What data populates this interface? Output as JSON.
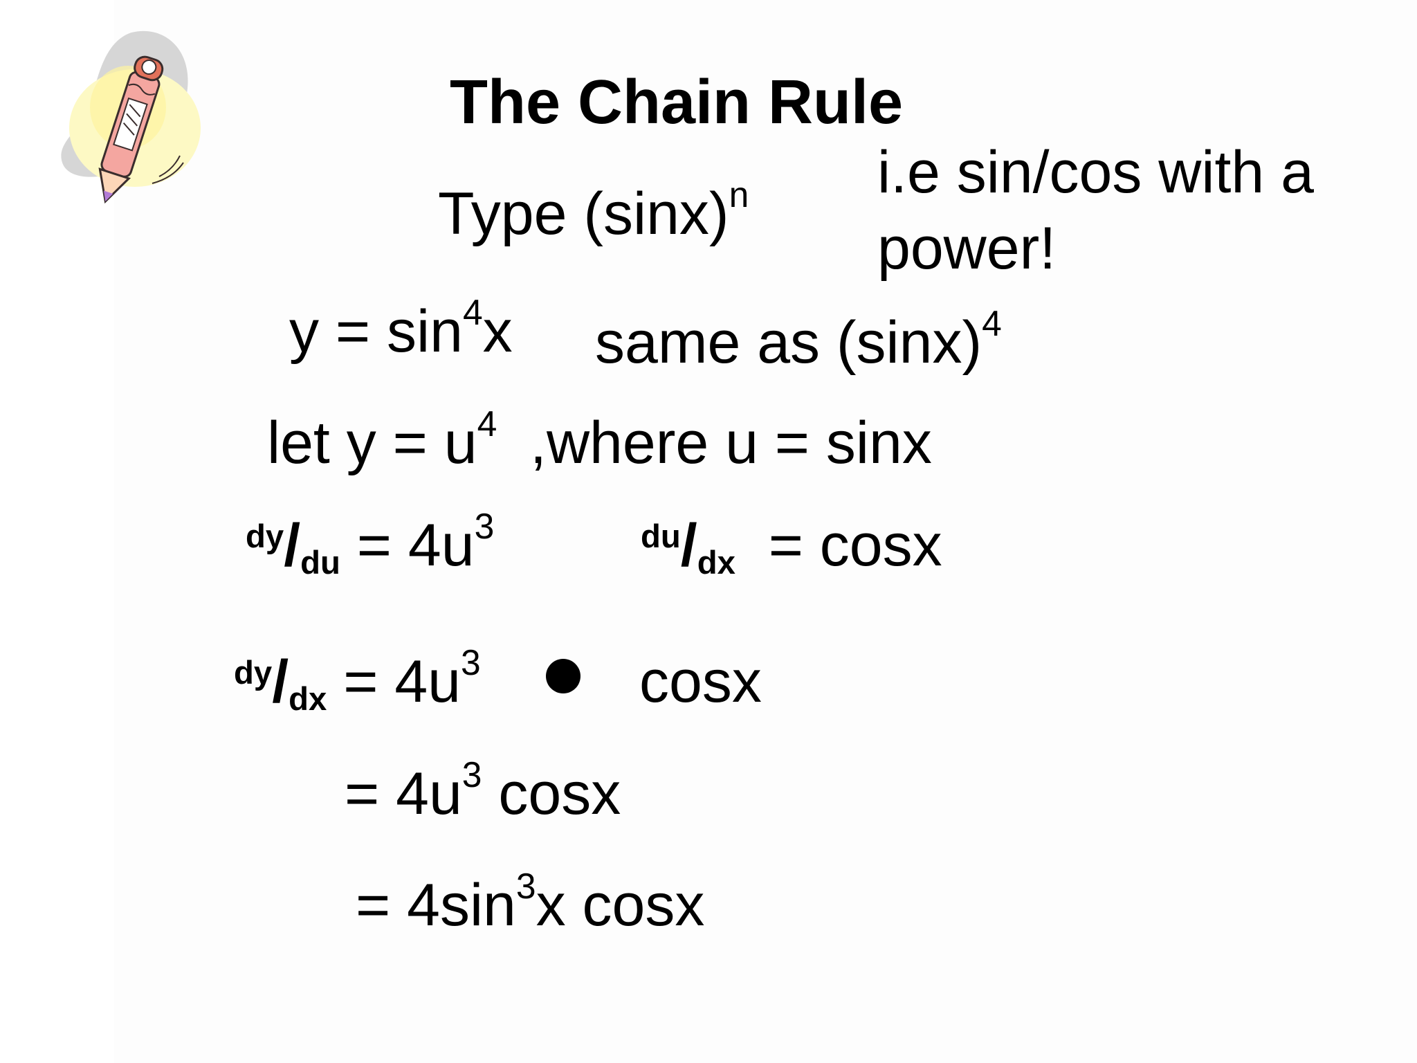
{
  "slide": {
    "title": "The Chain Rule",
    "type_line": {
      "text": "Type (sinx)",
      "power": "n"
    },
    "note": {
      "line1": "i.e sin/cos with a",
      "line2": "power!"
    },
    "line_y": {
      "prefix": "y = sin",
      "power": "4",
      "suffix": "x"
    },
    "line_same": {
      "text": "same as (sinx)",
      "power": "4"
    },
    "line_let": {
      "prefix": "let y = u",
      "power": "4",
      "suffix": "  ,where u = sinx"
    },
    "dydu": {
      "num": "dy",
      "slash": "/",
      "den": "du",
      "rhs": " = 4u",
      "power": "3"
    },
    "dudx": {
      "num": "du",
      "slash": "/",
      "den": "dx",
      "rhs": "  = cosx"
    },
    "dydx": {
      "num": "dy",
      "slash": "/",
      "den": "dx",
      "rhs": " = 4u",
      "power": "3",
      "after": "cosx"
    },
    "step2": {
      "prefix": "= 4u",
      "power": "3",
      "suffix": " cosx"
    },
    "step3": {
      "prefix": "= 4sin",
      "power": "3",
      "suffix": "x cosx"
    }
  },
  "icons": {
    "logo": "pencil-clipart-icon",
    "multiply": "bullet-dot-icon"
  }
}
